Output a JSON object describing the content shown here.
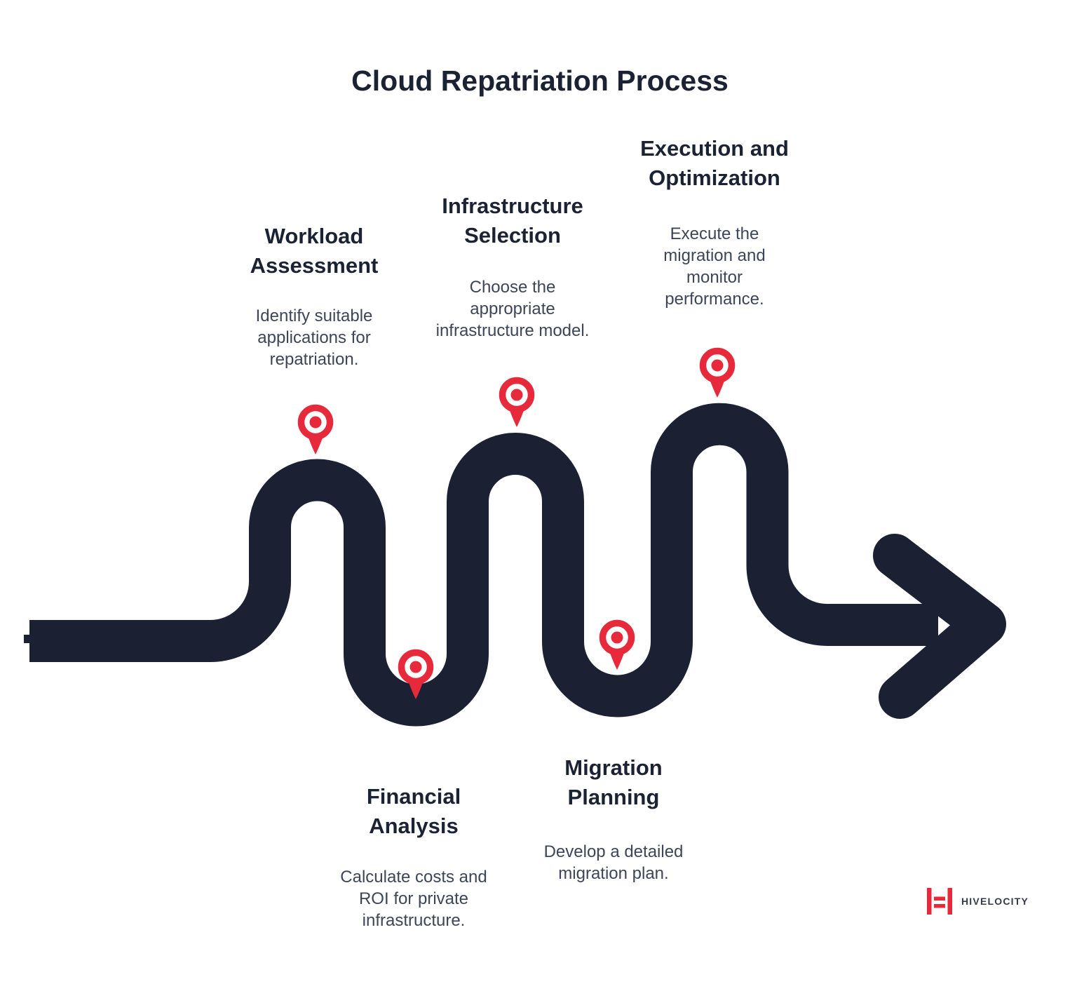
{
  "page": {
    "title": "Cloud Repatriation Process"
  },
  "colors": {
    "road": "#1b2133",
    "accent_red": "#e62a3c",
    "heading_text": "#1b2233",
    "body_text": "#3d4658",
    "logo_text": "#343b4c",
    "page_bg": "#ffffff"
  },
  "icons": {
    "pin": "location-pin",
    "arrow": "arrow-right"
  },
  "stages": [
    {
      "title": "Workload\nAssessment",
      "description": "Identify suitable\napplications for\nrepatriation."
    },
    {
      "title": "Financial\nAnalysis",
      "description": "Calculate costs and\nROI for private\ninfrastructure."
    },
    {
      "title": "Infrastructure\nSelection",
      "description": "Choose the\nappropriate\ninfrastructure model."
    },
    {
      "title": "Migration\nPlanning",
      "description": "Develop a detailed\nmigration plan."
    },
    {
      "title": "Execution and\nOptimization",
      "description": "Execute the\nmigration and\nmonitor\nperformance."
    }
  ],
  "logo": {
    "brand": "HIVELOCITY"
  }
}
